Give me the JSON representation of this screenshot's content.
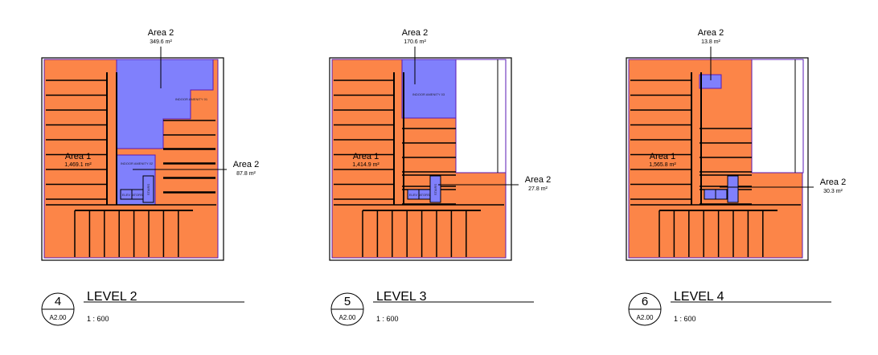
{
  "colors": {
    "area1": "#fc8548",
    "area2": "#8080fc",
    "outline": "#5a1ab4",
    "wall": "#000000"
  },
  "plans": [
    {
      "number": "4",
      "sheet": "A2.00",
      "title": "LEVEL 2",
      "scale": "1 : 600",
      "area1": {
        "name": "Area 1",
        "value": "1,469.1 m²"
      },
      "area2_top": {
        "name": "Area 2",
        "value": "349.6 m²"
      },
      "area2_side": {
        "name": "Area 2",
        "value": "87.8 m²"
      },
      "rooms": {
        "amenity_a": "INDOOR AMENITY 01",
        "amenity_b": "INDOOR AMENITY 02",
        "elev_a": "ELEV",
        "elev_b": "ATORS",
        "stairs": "STAIRS"
      }
    },
    {
      "number": "5",
      "sheet": "A2.00",
      "title": "LEVEL 3",
      "scale": "1 : 600",
      "area1": {
        "name": "Area 1",
        "value": "1,414.9 m²"
      },
      "area2_top": {
        "name": "Area 2",
        "value": "170.6 m²"
      },
      "area2_side": {
        "name": "Area 2",
        "value": "27.8 m²"
      },
      "rooms": {
        "amenity_a": "INDOOR AMENITY 03",
        "elev_a": "ELEV",
        "elev_b": "ATORS",
        "stairs": "STAIRS"
      }
    },
    {
      "number": "6",
      "sheet": "A2.00",
      "title": "LEVEL 4",
      "scale": "1 : 600",
      "area1": {
        "name": "Area 1",
        "value": "1,565.8 m²"
      },
      "area2_top": {
        "name": "Area 2",
        "value": "13.8 m²"
      },
      "area2_side": {
        "name": "Area 2",
        "value": "30.3 m²"
      }
    }
  ]
}
